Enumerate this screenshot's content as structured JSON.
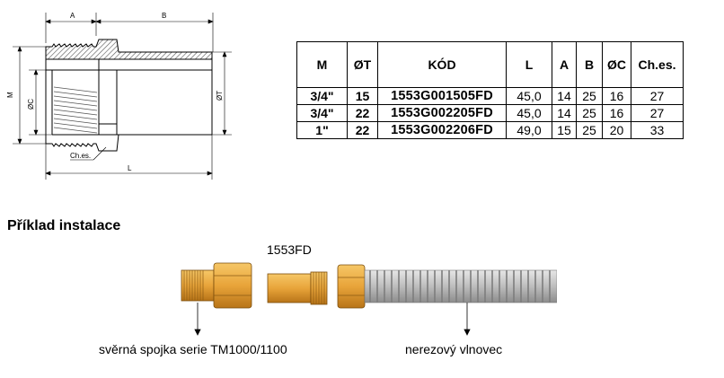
{
  "drawing": {
    "labels": {
      "A": "A",
      "B": "B",
      "M": "M",
      "C": "ØC",
      "T": "ØT",
      "L": "L",
      "ches": "Ch.es."
    }
  },
  "table": {
    "headers": [
      "M",
      "ØT",
      "KÓD",
      "L",
      "A",
      "B",
      "ØC",
      "Ch.es."
    ],
    "rows": [
      [
        "3/4\"",
        "15",
        "1553G001505FD",
        "45,0",
        "14",
        "25",
        "16",
        "27"
      ],
      [
        "3/4\"",
        "22",
        "1553G002205FD",
        "45,0",
        "14",
        "25",
        "16",
        "27"
      ],
      [
        "1\"",
        "22",
        "1553G002206FD",
        "49,0",
        "15",
        "25",
        "20",
        "33"
      ]
    ]
  },
  "install": {
    "title": "Příklad instalace",
    "product_label": "1553FD",
    "caption_left": "svěrná spojka serie TM1000/1100",
    "caption_right": "nerezový vlnovec"
  },
  "colors": {
    "brass": "#e8a43a",
    "brass_dark": "#b87418",
    "steel": "#c8c8c8",
    "hatch": "#555555"
  }
}
